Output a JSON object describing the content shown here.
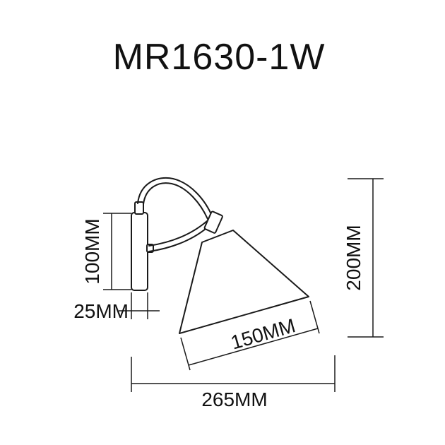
{
  "title": "MR1630-1W",
  "dimensions": {
    "backplate_height": "100MM",
    "backplate_width": "25MM",
    "overall_height": "200MM",
    "shade_edge": "150MM",
    "overall_width": "265MM"
  },
  "colors": {
    "line": "#1a1a1a",
    "background": "#ffffff"
  }
}
